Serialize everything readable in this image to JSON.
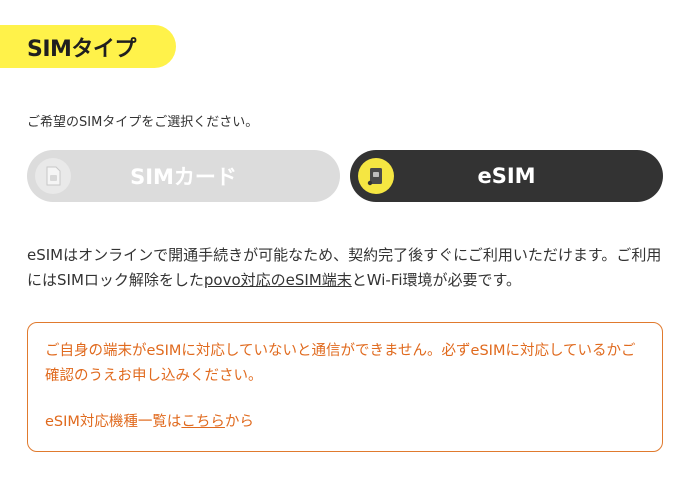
{
  "header": {
    "title": "SIMタイプ"
  },
  "instruction": "ご希望のSIMタイプをご選択ください。",
  "options": [
    {
      "label": "SIMカード",
      "icon": "sim-card-icon",
      "selected": false
    },
    {
      "label": "eSIM",
      "icon": "esim-chip-icon",
      "selected": true
    }
  ],
  "description": {
    "part1": "eSIMはオンラインで開通手続きが可能なため、契約完了後すぐにご利用いただけます。ご利用にはSIMロック解除をした",
    "link": "povo対応のeSIM端末",
    "part2": "とWi-Fi環境が必要です。"
  },
  "notice": {
    "text": "ご自身の端末がeSIMに対応していないと通信ができません。必ずeSIMに対応しているかご確認のうえお申し込みください。",
    "link_prefix": "eSIM対応機種一覧は",
    "link_text": "こちら",
    "link_suffix": "から"
  },
  "colors": {
    "accent_yellow": "#fff24a",
    "selected_bg": "#333333",
    "unselected_bg": "#dcdcdc",
    "notice_orange": "#e06a1e"
  }
}
